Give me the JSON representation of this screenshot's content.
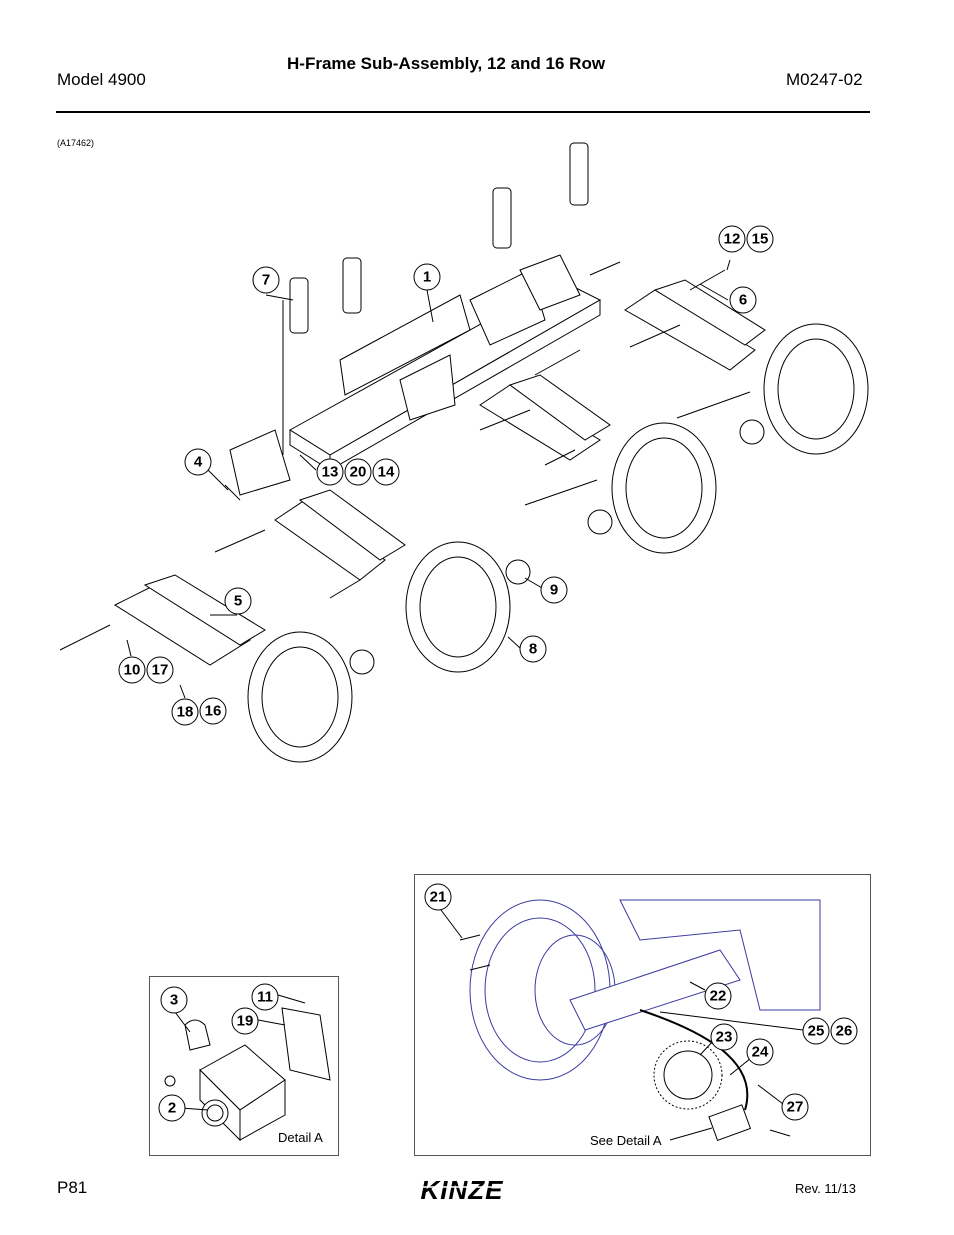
{
  "header": {
    "model": "Model 4900",
    "title": "H-Frame Sub-Assembly, 12 and 16 Row",
    "doc_number": "M0247-02"
  },
  "figure_id": "(A17462)",
  "callouts": [
    "1",
    "2",
    "3",
    "4",
    "5",
    "6",
    "7",
    "8",
    "9",
    "10",
    "11",
    "12",
    "13",
    "14",
    "15",
    "16",
    "17",
    "18",
    "19",
    "20",
    "21",
    "22",
    "23",
    "24",
    "25",
    "26",
    "27"
  ],
  "captions": {
    "detail": "Detail A",
    "see_detail": "See Detail A"
  },
  "footer": {
    "page": "P81",
    "revision": "Rev. 11/13",
    "brand": "KINZE"
  }
}
